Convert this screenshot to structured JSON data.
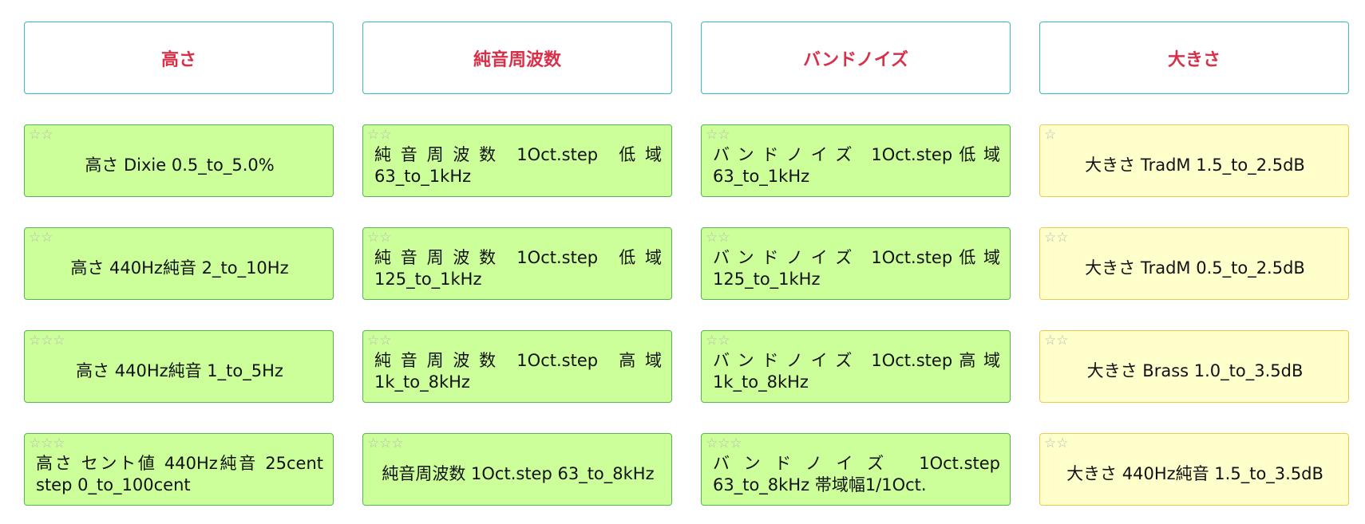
{
  "columns": [
    {
      "header": "高さ",
      "cards": [
        {
          "stars": "☆☆",
          "label": "高さ Dixie 0.5_to_5.0%",
          "align": "center"
        },
        {
          "stars": "☆☆",
          "label": "高さ 440Hz純音 2_to_10Hz",
          "align": "center"
        },
        {
          "stars": "☆☆☆",
          "label": "高さ 440Hz純音 1_to_5Hz",
          "align": "center"
        },
        {
          "stars": "☆☆☆",
          "label": "高さ セント値 440Hz純音 25cent step 0_to_100cent",
          "align": "justify"
        }
      ]
    },
    {
      "header": "純音周波数",
      "cards": [
        {
          "stars": "☆☆",
          "label": "純 音 周 波 数　1Oct.step　低 域 63_to_1kHz",
          "align": "justify"
        },
        {
          "stars": "☆☆",
          "label": "純 音 周 波 数　1Oct.step　低 域 125_to_1kHz",
          "align": "justify"
        },
        {
          "stars": "☆☆",
          "label": "純 音 周 波 数　1Oct.step　高 域 1k_to_8kHz",
          "align": "justify"
        },
        {
          "stars": "☆☆☆",
          "label": "純音周波数 1Oct.step 63_to_8kHz",
          "align": "center"
        }
      ]
    },
    {
      "header": "バンドノイズ",
      "cards": [
        {
          "stars": "☆☆",
          "label": "バ ン ド ノ イ ズ　1Oct.step 低 域 63_to_1kHz",
          "align": "justify"
        },
        {
          "stars": "☆☆",
          "label": "バ ン ド ノ イ ズ　1Oct.step 低 域 125_to_1kHz",
          "align": "justify"
        },
        {
          "stars": "☆☆",
          "label": "バ ン ド ノ イ ズ　1Oct.step 高 域 1k_to_8kHz",
          "align": "justify"
        },
        {
          "stars": "☆☆☆",
          "label": "バ ン ド ノ イ ズ　 1Oct.step 63_to_8kHz 帯域幅1/1Oct.",
          "align": "justify"
        }
      ]
    },
    {
      "header": "大きさ",
      "cards": [
        {
          "stars": "☆",
          "label": "大きさ TradM 1.5_to_2.5dB",
          "align": "center"
        },
        {
          "stars": "☆☆",
          "label": "大きさ TradM 0.5_to_2.5dB",
          "align": "center"
        },
        {
          "stars": "☆☆",
          "label": "大きさ Brass 1.0_to_3.5dB",
          "align": "center"
        },
        {
          "stars": "☆☆",
          "label": "大きさ 440Hz純音 1.5_to_3.5dB",
          "align": "center"
        }
      ]
    }
  ],
  "colors": {
    "header_text": "#d9304a",
    "header_border": "#3bb8b8",
    "green_card": "#ccff99",
    "yellow_card": "#ffffcc"
  }
}
